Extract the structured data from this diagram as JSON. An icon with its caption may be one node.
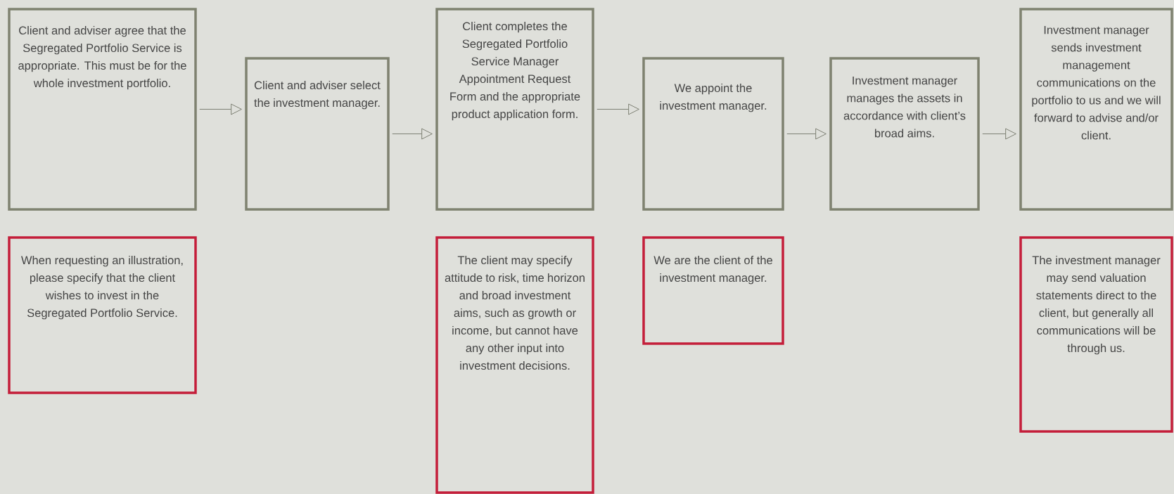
{
  "diagram": {
    "nodes": [
      {
        "text": [
          "Client and adviser agree that the Segregated Portfolio Service is appropriate. This must be for the whole investment portfolio."
        ]
      },
      {
        "text": [
          "Client and adviser select the investment manager."
        ]
      },
      {
        "text": [
          "Client completes the Segregated Portfolio Service Manager Appointment Request Form and the appropriate product application form."
        ]
      },
      {
        "text": [
          "We appoint the investment manager."
        ]
      },
      {
        "text": [
          "Investment manager manages the assets in accordance with client’s broad aims."
        ]
      },
      {
        "text": [
          "Investment manager sends investment management communications on the portfolio to us and we will forward to advise and/or client."
        ]
      },
      {
        "text": [
          "When requesting an illustration, please specify that the client wishes to invest in the Segregated Portfolio Service."
        ]
      },
      {
        "text": [
          "The client may specify attitude to risk, time horizon and broad investment aims, such as growth or income, but cannot have any other input into investment decisions."
        ]
      },
      {
        "text": [
          "We are the client of the investment manager."
        ]
      },
      {
        "text": [
          "The investment manager may send valuation statements direct to the client, but generally all communications will be through us."
        ]
      }
    ],
    "edges": [
      {
        "from": 0,
        "to": 1,
        "arrow": "to"
      },
      {
        "from": 1,
        "to": 2,
        "arrow": "to"
      },
      {
        "from": 2,
        "to": 3,
        "arrow": "to"
      },
      {
        "from": 3,
        "to": 4,
        "arrow": "to"
      },
      {
        "from": 4,
        "to": 5,
        "arrow": "to"
      }
    ]
  }
}
